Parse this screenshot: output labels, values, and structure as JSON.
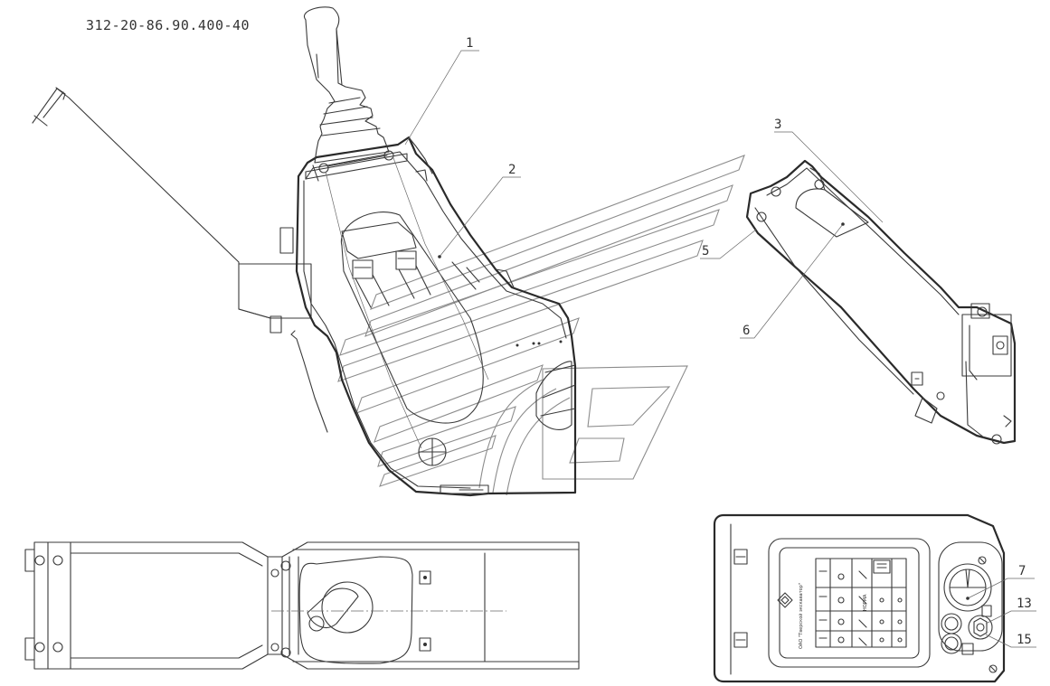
{
  "drawing": {
    "code": "312-20-86.90.400-40",
    "line_color": "#3a3a3a",
    "watermark_color": "#8c8c8c"
  },
  "callouts": [
    {
      "id": "1",
      "label": "1"
    },
    {
      "id": "2",
      "label": "2"
    },
    {
      "id": "3",
      "label": "3"
    },
    {
      "id": "5",
      "label": "5"
    },
    {
      "id": "6",
      "label": "6"
    },
    {
      "id": "7",
      "label": "7"
    },
    {
      "id": "13",
      "label": "13"
    },
    {
      "id": "15",
      "label": "15"
    }
  ],
  "nameplate": {
    "maker": "ОАО \"Тверской экскаватор\""
  },
  "panel": {
    "mode_label": "НОРМА"
  },
  "icons": [
    "cross-section-view",
    "side-view",
    "top-view",
    "control-panel-view",
    "joystick",
    "maker-logo"
  ]
}
